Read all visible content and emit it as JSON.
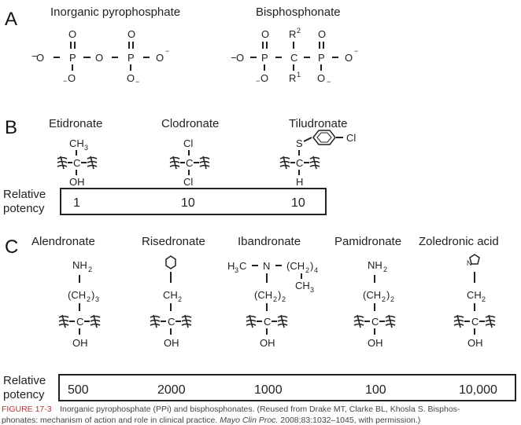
{
  "panelA": {
    "letter": "A",
    "pyro_title": "Inorganic pyrophosphate",
    "bis_title": "Bisphosphonate",
    "atoms": {
      "O": "O",
      "P": "P",
      "C": "C",
      "R1": "R",
      "R1sup": "1",
      "R2": "R",
      "R2sup": "2",
      "minus": "−"
    }
  },
  "panelB": {
    "letter": "B",
    "row_label_1": "Relative",
    "row_label_2": "potency",
    "drugs": [
      {
        "name": "Etidronate",
        "top": "CH",
        "top_sub": "3",
        "bottom": "OH",
        "potency": "1"
      },
      {
        "name": "Clodronate",
        "top": "Cl",
        "bottom": "Cl",
        "potency": "10"
      },
      {
        "name": "Tiludronate",
        "top": "S",
        "side": "Cl",
        "bottom": "H",
        "potency": "10"
      }
    ]
  },
  "panelC": {
    "letter": "C",
    "row_label_1": "Relative",
    "row_label_2": "potency",
    "drugs": [
      {
        "name": "Alendronate",
        "top": "NH",
        "top_sub": "2",
        "mid": "(CH",
        "mid_sub": "2",
        "mid_end": ")",
        "mid_n": "3",
        "potency": "500"
      },
      {
        "name": "Risedronate",
        "mid": "CH",
        "mid_sub": "2",
        "potency": "2000"
      },
      {
        "name": "Ibandronate",
        "h3c": "H",
        "h3c_sub": "3",
        "h3c_end": "C",
        "n": "N",
        "ch2_4": "(CH",
        "ch2_4_sub": "2",
        "ch2_4_end": ")",
        "ch2_4_n": "4",
        "ch3": "CH",
        "ch3_sub": "3",
        "mid": "(CH",
        "mid_sub": "2",
        "mid_end": ")",
        "mid_n": "2",
        "potency": "1000"
      },
      {
        "name": "Pamidronate",
        "top": "NH",
        "top_sub": "2",
        "mid": "(CH",
        "mid_sub": "2",
        "mid_end": ")",
        "mid_n": "2",
        "potency": "100"
      },
      {
        "name": "Zoledronic acid",
        "mid": "CH",
        "mid_sub": "2",
        "ring_n": "N",
        "potency": "10,000"
      }
    ],
    "carbon": "C",
    "oh": "OH"
  },
  "caption": {
    "label": "FIGURE 17-3",
    "line1": "Inorganic pyrophosphate (PPi) and bisphosphonates. (Reused from Drake MT, Clarke BL, Khosla S. Bisphos-",
    "line2a": "phonates: mechanism of action and role in clinical practice. ",
    "line2_journal": "Mayo Clin Proc.",
    "line2b": " 2008;83:1032–1045, with permission.)"
  }
}
